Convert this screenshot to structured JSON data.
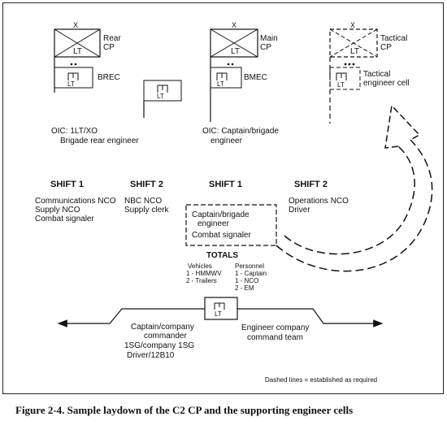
{
  "cps": {
    "rear": {
      "x_mark": "X",
      "lt": "LT",
      "label1": "Rear",
      "label2": "CP"
    },
    "main": {
      "x_mark": "X",
      "lt": "LT",
      "label1": "Main",
      "label2": "CP"
    },
    "tactical": {
      "x_mark": "X",
      "lt": "LT",
      "label1": "Tactical",
      "label2": "CP"
    }
  },
  "cells": {
    "brec": {
      "lt": "LT",
      "label": "BREC"
    },
    "shift2": {
      "lt": "LT"
    },
    "bmec": {
      "lt": "LT",
      "label": "BMEC"
    },
    "tactical": {
      "lt": "LT",
      "label1": "Tactical",
      "label2": "engineer cell"
    },
    "company": {
      "lt": "LT"
    }
  },
  "oic": {
    "rear_line1": "OIC: 1LT/XO",
    "rear_line2": "Brigade rear engineer",
    "main_line1": "OIC: Captain/brigade",
    "main_line2": "engineer"
  },
  "shifts": [
    {
      "title": "SHIFT 1",
      "lines": [
        "Communications NCO",
        "Supply NCO",
        "Combat signaler"
      ]
    },
    {
      "title": "SHIFT 2",
      "lines": [
        "NBC NCO",
        "Supply clerk"
      ]
    },
    {
      "title": "SHIFT 1",
      "lines": [
        "Captain/brigade",
        "engineer",
        "Combat signaler"
      ]
    },
    {
      "title": "SHIFT 2",
      "lines": [
        "Operations NCO",
        "Driver"
      ]
    }
  ],
  "totals": {
    "title": "TOTALS",
    "vehicles_title": "Vehicles",
    "vehicles": [
      "1 - HMMWV",
      "2 - Trailers"
    ],
    "personnel_title": "Personnel",
    "personnel": [
      "1 - Captain",
      "1 - NCO",
      "2 - EM"
    ]
  },
  "company": {
    "left_lines": [
      "Captain/company",
      "commander",
      "1SG/company 1SG",
      "Driver/12B10"
    ],
    "right_lines": [
      "Engineer company",
      "command team"
    ]
  },
  "note": "Dashed lines = established as required",
  "caption": "Figure 2-4. Sample laydown of the C2 CP and the supporting engineer cells"
}
